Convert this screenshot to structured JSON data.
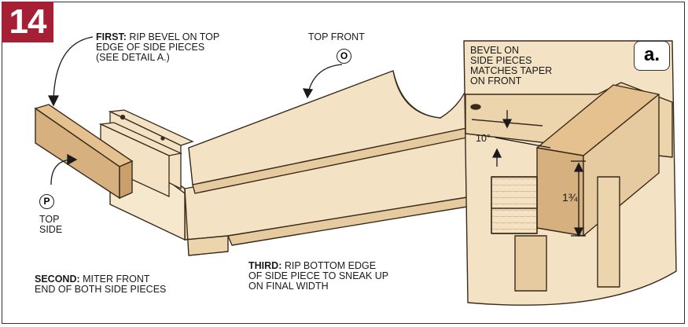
{
  "figure": {
    "step_number": "14",
    "detail_letter": "a."
  },
  "callouts": {
    "first": {
      "lead": "FIRST:",
      "text": "RIP BEVEL ON TOP",
      "line2": "EDGE OF SIDE PIECES",
      "line3": "(SEE DETAIL a.)"
    },
    "top_front": {
      "label": "TOP FRONT",
      "letter": "O"
    },
    "top_side": {
      "letter": "P",
      "line1": "TOP",
      "line2": "SIDE"
    },
    "second": {
      "lead": "SECOND:",
      "text": "MITER FRONT",
      "line2": "END OF BOTH SIDE PIECES"
    },
    "third": {
      "lead": "THIRD:",
      "text": "RIP BOTTOM EDGE",
      "line2": "OF SIDE PIECE TO SNEAK UP",
      "line3": "ON FINAL WIDTH"
    }
  },
  "detail": {
    "note_line1": "BEVEL ON",
    "note_line2": "SIDE PIECES",
    "note_line3": "MATCHES TAPER",
    "note_line4": "ON FRONT",
    "angle": "10°",
    "dimension": "1¾"
  },
  "colors": {
    "badge": "#a51f35",
    "wood_light": "#f3e3c4",
    "wood_mid": "#e6cba0",
    "wood_dark": "#d6b07f",
    "line": "#3a2a1a"
  }
}
